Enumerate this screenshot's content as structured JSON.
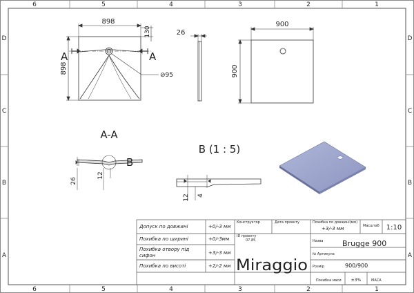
{
  "frame": {
    "columns": [
      "6",
      "5",
      "4",
      "3",
      "2",
      "1"
    ],
    "rows": [
      "D",
      "C",
      "B",
      "A"
    ]
  },
  "plan_view": {
    "width_dim": "898",
    "height_dim": "898",
    "edge_dim": "130",
    "hole_dim": "⊘95",
    "section_mark_left": "A",
    "section_mark_right": "A"
  },
  "side_view": {
    "thickness_dim": "26"
  },
  "top_view": {
    "width_dim": "900",
    "height_dim": "900"
  },
  "section_aa": {
    "title": "A-A",
    "callout": "B",
    "dim_overall": "26",
    "dim_inner": "12"
  },
  "detail_b": {
    "title": "B (1 : 5)",
    "dim_a": "12",
    "dim_b": "4"
  },
  "title_block": {
    "tolerances": [
      {
        "label": "Допуск по довжині",
        "value": "+0/-3 мм"
      },
      {
        "label": "Похибка по ширині",
        "value": "+0/-3мм"
      },
      {
        "label": "Похибка отвору під",
        "label2": "сифон",
        "value": "+3/-3 мм"
      },
      {
        "label": "Похибка по висоті",
        "value": "+2/-2 мм"
      }
    ],
    "designer_label": "Конструктор",
    "date_label": "Дата проекту",
    "id_label": "ID проекту",
    "id_value": "07.85",
    "brand": "Miraggio",
    "tolerance_label": "Похибка по довжині(мм)",
    "tolerance_value": "+3/-3 мм",
    "scale_label": "Масштаб",
    "scale_value": "1:10",
    "name_label": "Назва",
    "name_value": "Brugge  900",
    "article_label": "№ Артикула",
    "size_label": "Розмір",
    "size_value": "900/900",
    "mass_tolerance_label": "Похибка маси",
    "mass_tolerance_value": "±3%",
    "mass_label": "МАСА"
  }
}
